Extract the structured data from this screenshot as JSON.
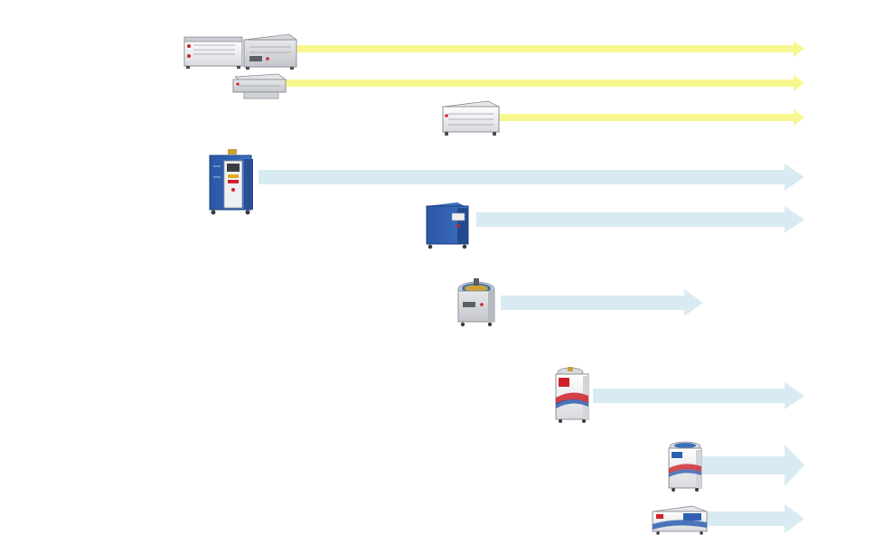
{
  "colors": {
    "yellow_arrow": "#f8f78f",
    "blue_arrow": "#d9ebf2",
    "white_unit": "#f2f3f5",
    "blue_unit": "#2f5fb0",
    "red_accent": "#d0202a"
  },
  "rows": [
    {
      "group": "rack-units",
      "icon": "dual-rack-laser-units-icon",
      "arrow": "yellow"
    },
    {
      "group": "rack-units",
      "icon": "flat-rack-laser-unit-icon",
      "arrow": "yellow"
    },
    {
      "group": "rack-units",
      "icon": "rack-laser-unit-icon",
      "arrow": "yellow"
    },
    {
      "group": "cabinets",
      "icon": "blue-cabinet-laser-icon",
      "arrow": "blue"
    },
    {
      "group": "cabinets",
      "icon": "blue-box-laser-icon",
      "arrow": "blue"
    },
    {
      "group": "cabinets",
      "icon": "grey-fiber-laser-icon",
      "arrow": "blue",
      "ends_early": true
    },
    {
      "group": "compact",
      "icon": "white-tower-laser-icon",
      "arrow": "blue"
    },
    {
      "group": "compact",
      "icon": "compact-tower-laser-icon",
      "arrow": "blue"
    },
    {
      "group": "compact",
      "icon": "portable-laser-icon",
      "arrow": "blue"
    }
  ]
}
